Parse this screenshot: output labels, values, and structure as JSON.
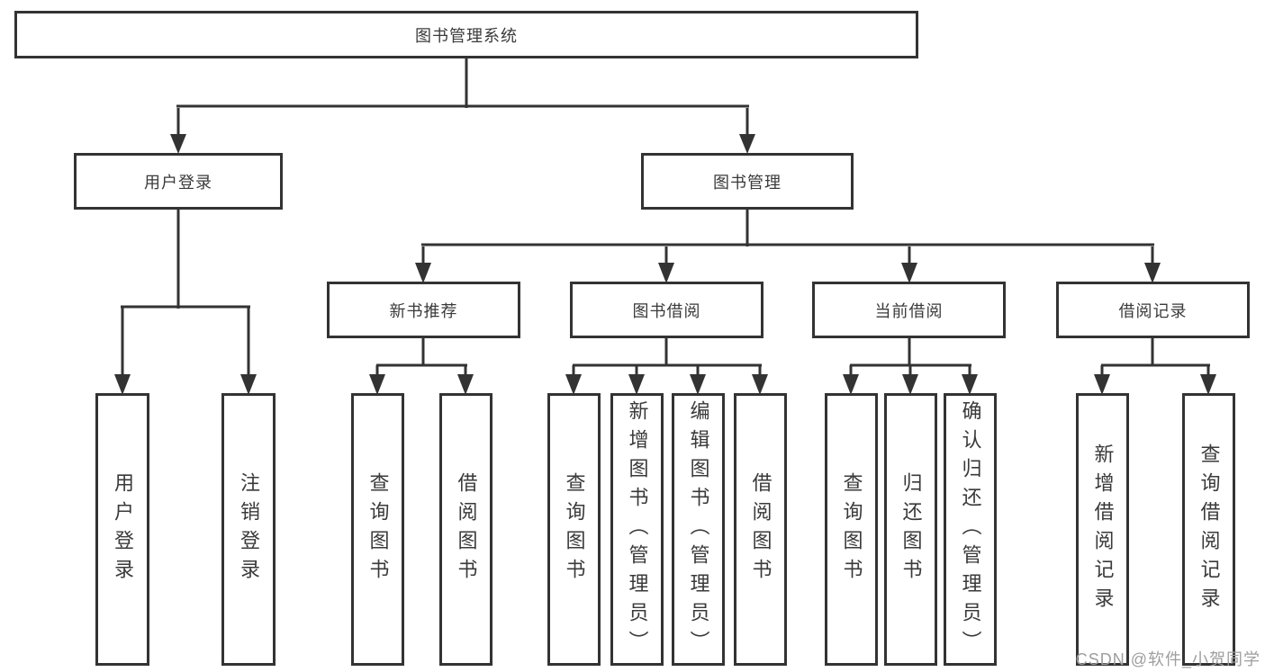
{
  "title_box": {
    "label": "图书管理系统"
  },
  "level1": [
    {
      "label": "用户登录"
    },
    {
      "label": "图书管理"
    }
  ],
  "level2": [
    {
      "label": "新书推荐"
    },
    {
      "label": "图书借阅"
    },
    {
      "label": "当前借阅"
    },
    {
      "label": "借阅记录"
    }
  ],
  "leaves": {
    "user_login": [
      {
        "label": "用户登录"
      },
      {
        "label": "注销登录"
      }
    ],
    "new_book": [
      {
        "label": "查询图书"
      },
      {
        "label": "借阅图书"
      }
    ],
    "book_borrow": [
      {
        "label": "查询图书"
      },
      {
        "label": "新增图书（管理员）"
      },
      {
        "label": "编辑图书（管理员）"
      },
      {
        "label": "借阅图书"
      }
    ],
    "current_borrow": [
      {
        "label": "查询图书"
      },
      {
        "label": "归还图书"
      },
      {
        "label": "确认归还（管理员）"
      }
    ],
    "borrow_record": [
      {
        "label": "新增借阅记录"
      },
      {
        "label": "查询借阅记录"
      }
    ]
  },
  "watermark": {
    "text": "CSDN @软件_小贺同学"
  },
  "colors": {
    "line": "#333333",
    "text": "#3a3a3a",
    "watermark": "#9e9e9e",
    "background": "#ffffff"
  }
}
